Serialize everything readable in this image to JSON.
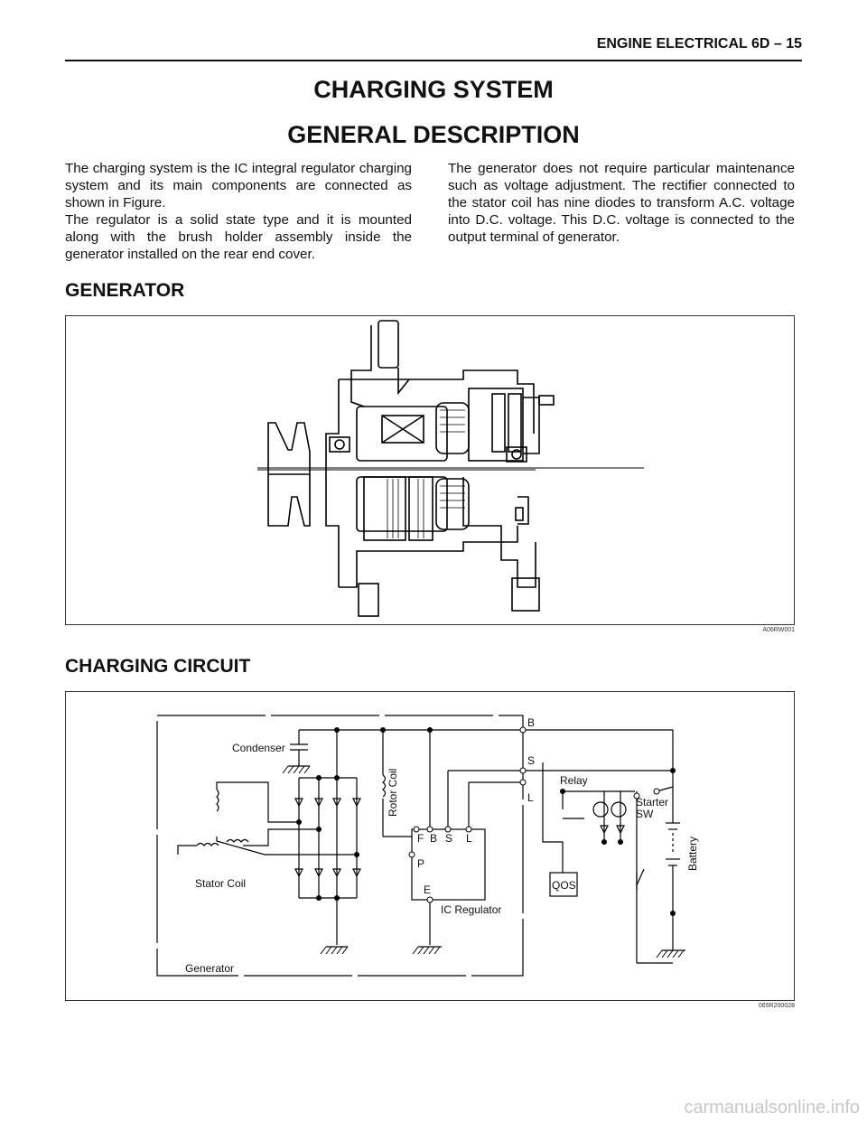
{
  "header": {
    "text": "ENGINE ELECTRICAL  6D – 15"
  },
  "titles": {
    "main": "CHARGING SYSTEM",
    "sub": "GENERAL DESCRIPTION"
  },
  "description": {
    "left_p1": "The charging system is the IC integral regulator charging system and its main components are connected as shown in Figure.",
    "left_p2": "The regulator is a solid state type and it is mounted along with the brush holder assembly inside the generator installed on the rear end cover.",
    "right_p1": "The generator does not require particular maintenance such as voltage adjustment. The rectifier connected to the stator coil has nine diodes to transform A.C. voltage into D.C. voltage. This D.C. voltage is connected to the output terminal of generator."
  },
  "generator_section": {
    "heading": "GENERATOR",
    "figure_code": "A06RW001"
  },
  "circuit_section": {
    "heading": "CHARGING CIRCUIT",
    "figure_code": "065R200028",
    "labels": {
      "condenser": "Condenser",
      "rotor_coil": "Rotor Coil",
      "stator_coil": "Stator Coil",
      "generator": "Generator",
      "ic_regulator": "IC Regulator",
      "relay": "Relay",
      "starter": "Starter",
      "sw": "SW",
      "battery": "Battery",
      "qos": "QOS",
      "b": "B",
      "s": "S",
      "l": "L",
      "f": "F",
      "b2": "B",
      "s2": "S",
      "l2": "L",
      "p": "P",
      "e": "E"
    }
  },
  "watermark": "carmanualsonline.info"
}
